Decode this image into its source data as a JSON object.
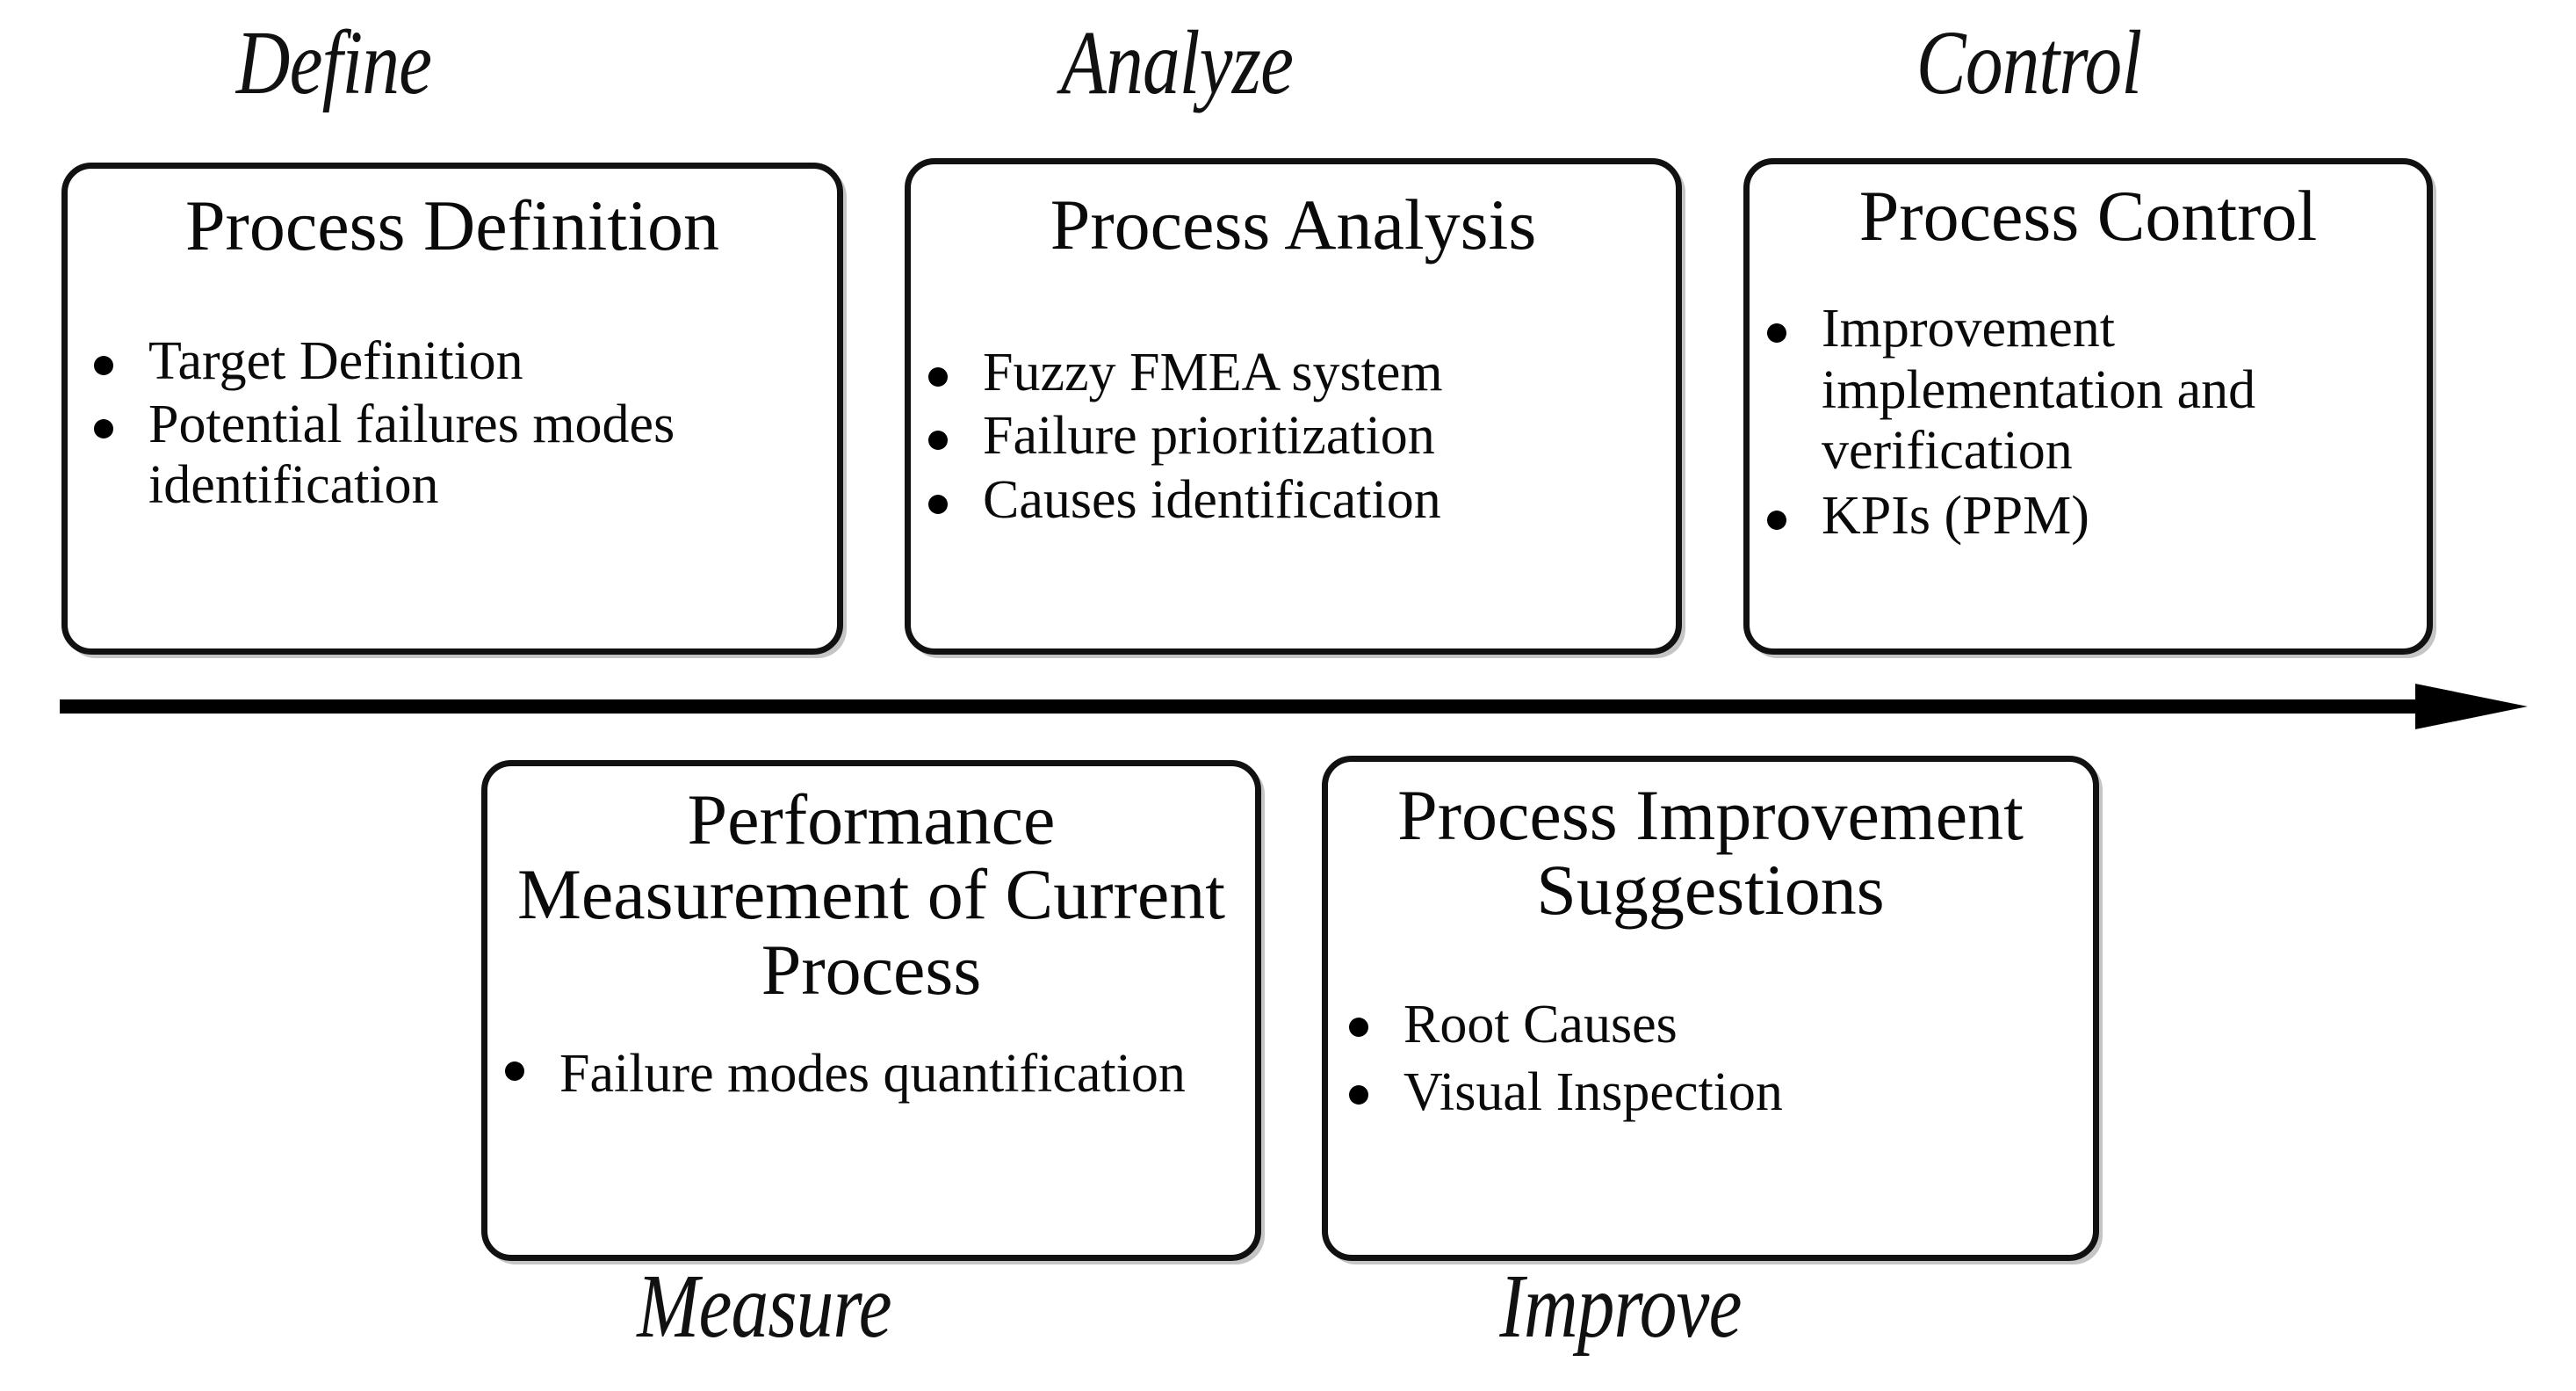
{
  "diagram": {
    "type": "DMAIC process flow",
    "phase_labels": {
      "define": "Define",
      "analyze": "Analyze",
      "control": "Control",
      "measure": "Measure",
      "improve": "Improve"
    },
    "flow_arrow": {
      "direction": "right",
      "icon": "right-arrow-icon",
      "color": "#000000"
    },
    "boxes": [
      {
        "id": "define",
        "title": "Process Definition",
        "bullets": [
          "Target Definition",
          "Potential failures modes identification"
        ]
      },
      {
        "id": "analyze",
        "title": "Process Analysis",
        "bullets": [
          "Fuzzy FMEA system",
          "Failure prioritization",
          "Causes identification"
        ]
      },
      {
        "id": "control",
        "title": "Process Control",
        "bullets": [
          "Improvement implementation and verification",
          "KPIs (PPM)"
        ]
      },
      {
        "id": "measure",
        "title": "Performance Measurement of Current Process",
        "bullets": [
          "Failure modes quantification"
        ]
      },
      {
        "id": "improve",
        "title": "Process Improvement Suggestions",
        "bullets": [
          "Root Causes",
          "Visual Inspection"
        ]
      }
    ],
    "colors": {
      "box_border": "#111111",
      "text": "#0a0a0a",
      "background": "#ffffff",
      "arrow": "#000000"
    }
  }
}
